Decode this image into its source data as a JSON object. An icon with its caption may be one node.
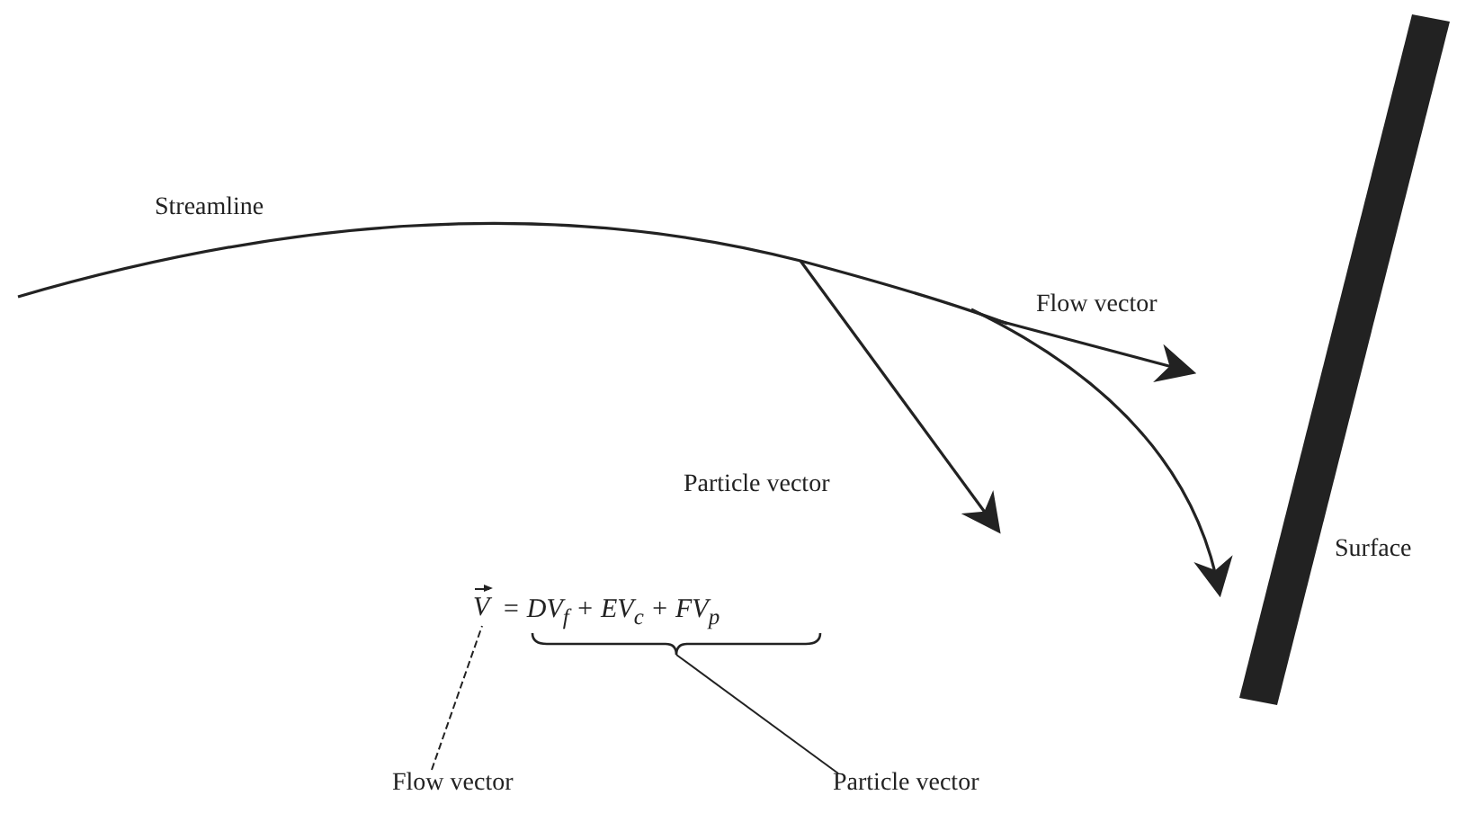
{
  "diagram": {
    "nodes": [
      {
        "text": [
          "V"
        ]
      },
      {
        "text": [],
        "shape": "brace"
      },
      {
        "text": [
          "Flow vector"
        ]
      },
      {
        "text": [
          "Particle vector"
        ]
      }
    ],
    "edges": [
      {
        "from": 2,
        "to": 0,
        "arrow": "none",
        "style": "dashed"
      },
      {
        "from": 3,
        "to": 1,
        "arrow": "none"
      }
    ],
    "labels": [
      "Streamline",
      "Flow vector",
      "Particle vector",
      "Surface",
      "= DV$_{f}$ + EV$_{c}$ + FV$_{p}$"
    ]
  }
}
